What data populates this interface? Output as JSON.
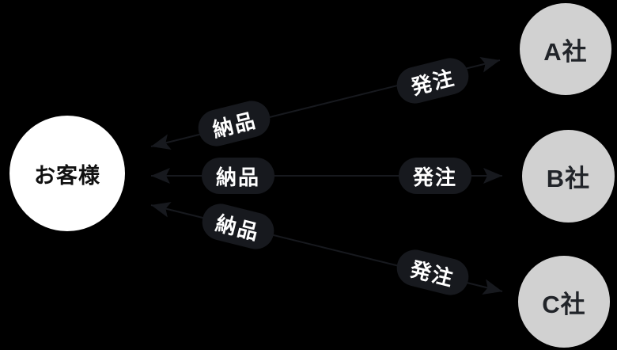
{
  "diagram": {
    "title": "customer-supplier-order-delivery-flow",
    "background_color": "#000000",
    "line_color": "#17191e",
    "pill_color": "#17191e",
    "pill_text_color": "#ffffff",
    "customer_node": {
      "label": "お客様",
      "fill": "#ffffff",
      "text_color": "#111111"
    },
    "company_fill": "#d1d1d1",
    "company_text_color": "#212429",
    "companies": [
      {
        "label": "A社"
      },
      {
        "label": "B社"
      },
      {
        "label": "C社"
      }
    ],
    "edges": [
      {
        "from": "お客様",
        "to": "A社",
        "order_label": "発注",
        "delivery_label": "納品"
      },
      {
        "from": "お客様",
        "to": "B社",
        "order_label": "発注",
        "delivery_label": "納品"
      },
      {
        "from": "お客様",
        "to": "C社",
        "order_label": "発注",
        "delivery_label": "納品"
      }
    ]
  }
}
